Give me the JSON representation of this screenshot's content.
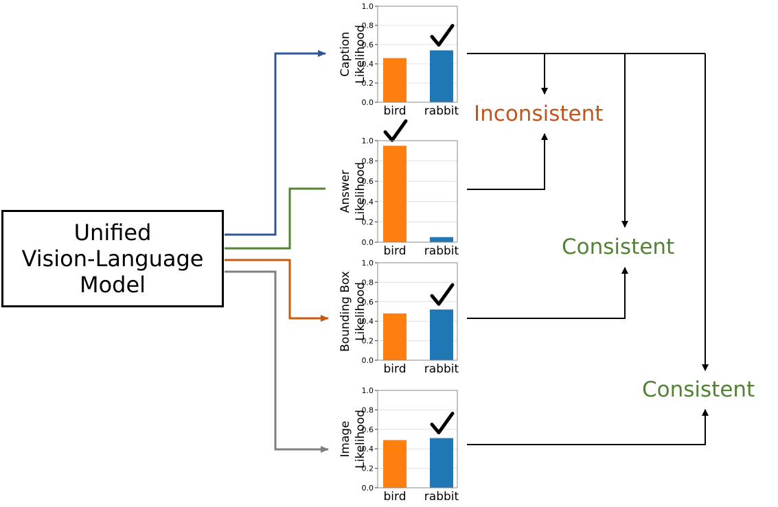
{
  "model": {
    "lines": [
      "Unified",
      "Vision-Language",
      "Model"
    ]
  },
  "colors": {
    "bird": "#ff7f0e",
    "rabbit": "#1f77b4",
    "caption_arrow": "#2f5597",
    "answer_arrow": "#548235",
    "bbox_arrow": "#c55a11",
    "image_arrow": "#7f7f7f",
    "inconsistent": "#c0561d",
    "consistent": "#548235"
  },
  "verdicts": {
    "caption_vs_answer": "Inconsistent",
    "caption_vs_bbox": "Consistent",
    "caption_vs_image": "Consistent"
  },
  "chart_data": [
    {
      "type": "bar",
      "ylabel": [
        "Caption",
        "Likelihood"
      ],
      "categories": [
        "bird",
        "rabbit"
      ],
      "values": [
        0.46,
        0.54
      ],
      "ylim": [
        0,
        1.0
      ],
      "yticks": [
        "0.0",
        "0.2",
        "0.4",
        "0.6",
        "0.8",
        "1.0"
      ],
      "grid": true,
      "checkmark": "rabbit"
    },
    {
      "type": "bar",
      "ylabel": [
        "Answer",
        "Likelihood"
      ],
      "categories": [
        "bird",
        "rabbit"
      ],
      "values": [
        0.95,
        0.05
      ],
      "ylim": [
        0,
        1.0
      ],
      "yticks": [
        "0.0",
        "0.2",
        "0.4",
        "0.6",
        "0.8",
        "1.0"
      ],
      "grid": true,
      "checkmark": "bird"
    },
    {
      "type": "bar",
      "ylabel": [
        "Bounding Box",
        "Likelihood"
      ],
      "categories": [
        "bird",
        "rabbit"
      ],
      "values": [
        0.48,
        0.52
      ],
      "ylim": [
        0,
        1.0
      ],
      "yticks": [
        "0.0",
        "0.2",
        "0.4",
        "0.6",
        "0.8",
        "1.0"
      ],
      "grid": true,
      "checkmark": "rabbit"
    },
    {
      "type": "bar",
      "ylabel": [
        "Image",
        "Likelihood"
      ],
      "categories": [
        "bird",
        "rabbit"
      ],
      "values": [
        0.49,
        0.51
      ],
      "ylim": [
        0,
        1.0
      ],
      "yticks": [
        "0.0",
        "0.2",
        "0.4",
        "0.6",
        "0.8",
        "1.0"
      ],
      "grid": true,
      "checkmark": "rabbit"
    }
  ]
}
